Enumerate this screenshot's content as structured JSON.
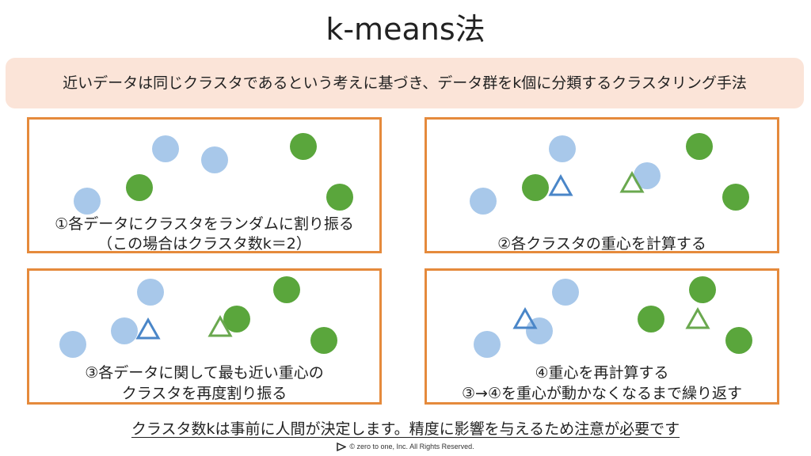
{
  "title": "k-means法",
  "banner": "近いデータは同じクラスタであるという考えに基づき、データ群をk個に分類するクラスタリング手法",
  "panels": [
    {
      "caption_line1": "①各データにクラスタをランダムに割り振る",
      "caption_line2": "（この場合はクラスタ数k＝2）"
    },
    {
      "caption_line1": "②各クラスタの重心を計算する"
    },
    {
      "caption_line1": "③各データに関して最も近い重心の",
      "caption_line2": "クラスタを再度割り振る"
    },
    {
      "caption_line1": "④重心を再計算する",
      "caption_line2": "③→④を重心が動かなくなるまで繰り返す"
    }
  ],
  "footer_note": "クラスタ数kは事前に人間が決定します。精度に影響を与えるため注意が必要です",
  "copyright": "©  zero to one, Inc. All Rights Reserved.",
  "colors": {
    "cluster_blue": "#a8c8ea",
    "cluster_green": "#5aa63c",
    "centroid_blue": "#4a86c8",
    "centroid_green": "#6aa84f",
    "border": "#e58a3c",
    "banner": "#fbe4d8"
  }
}
